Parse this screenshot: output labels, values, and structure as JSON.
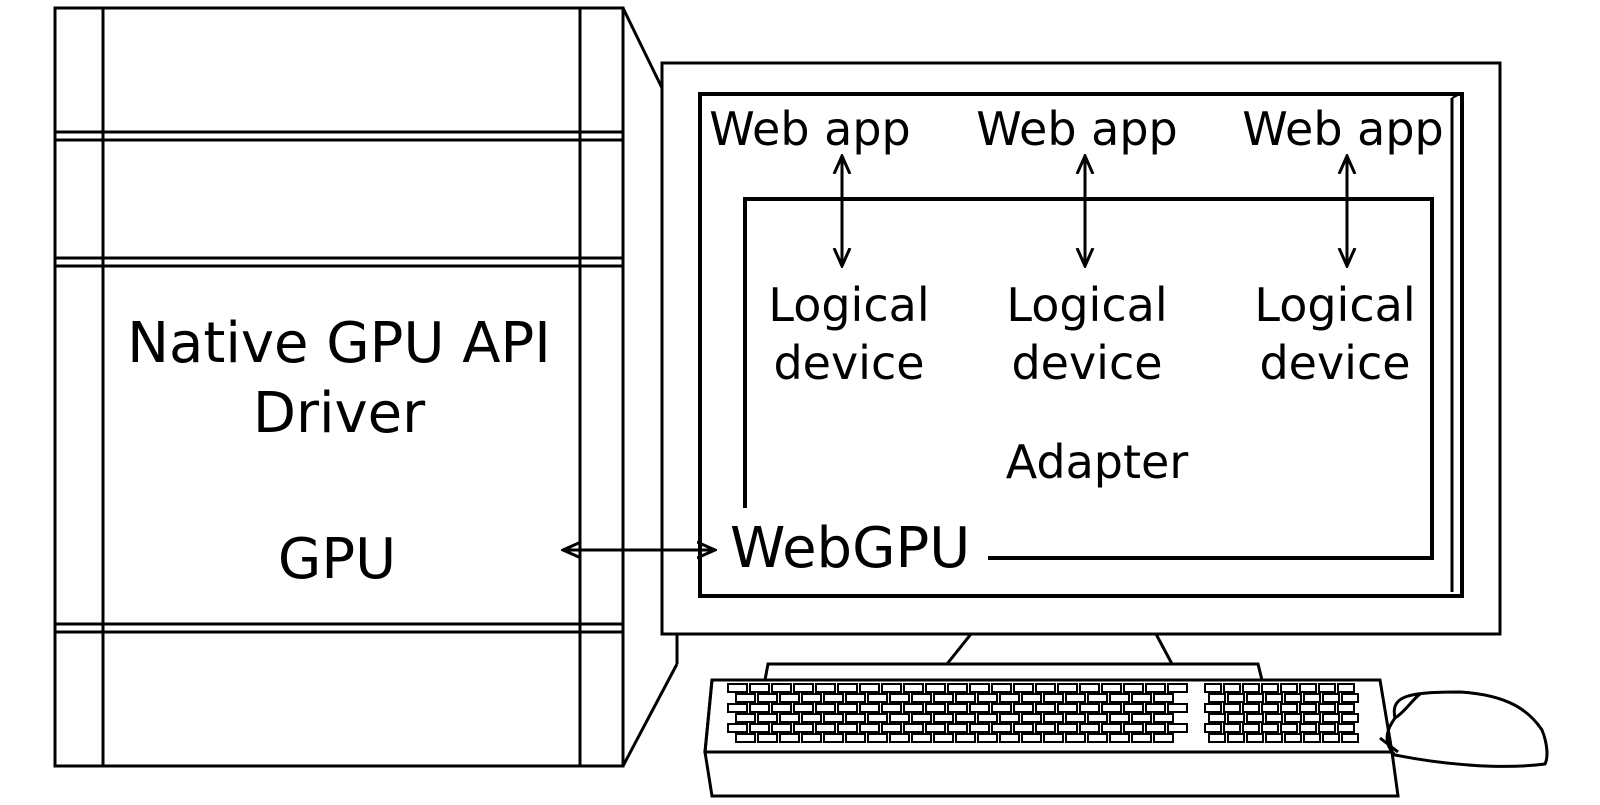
{
  "tower": {
    "driver_line1": "Native GPU API",
    "driver_line2": "Driver",
    "gpu_label": "GPU"
  },
  "screen": {
    "web_apps": [
      "Web app",
      "Web app",
      "Web app"
    ],
    "logical_devices": [
      {
        "line1": "Logical",
        "line2": "device"
      },
      {
        "line1": "Logical",
        "line2": "device"
      },
      {
        "line1": "Logical",
        "line2": "device"
      }
    ],
    "adapter_label": "Adapter",
    "webgpu_label": "WebGPU"
  },
  "colors": {
    "stroke": "#000000",
    "background": "#ffffff"
  }
}
